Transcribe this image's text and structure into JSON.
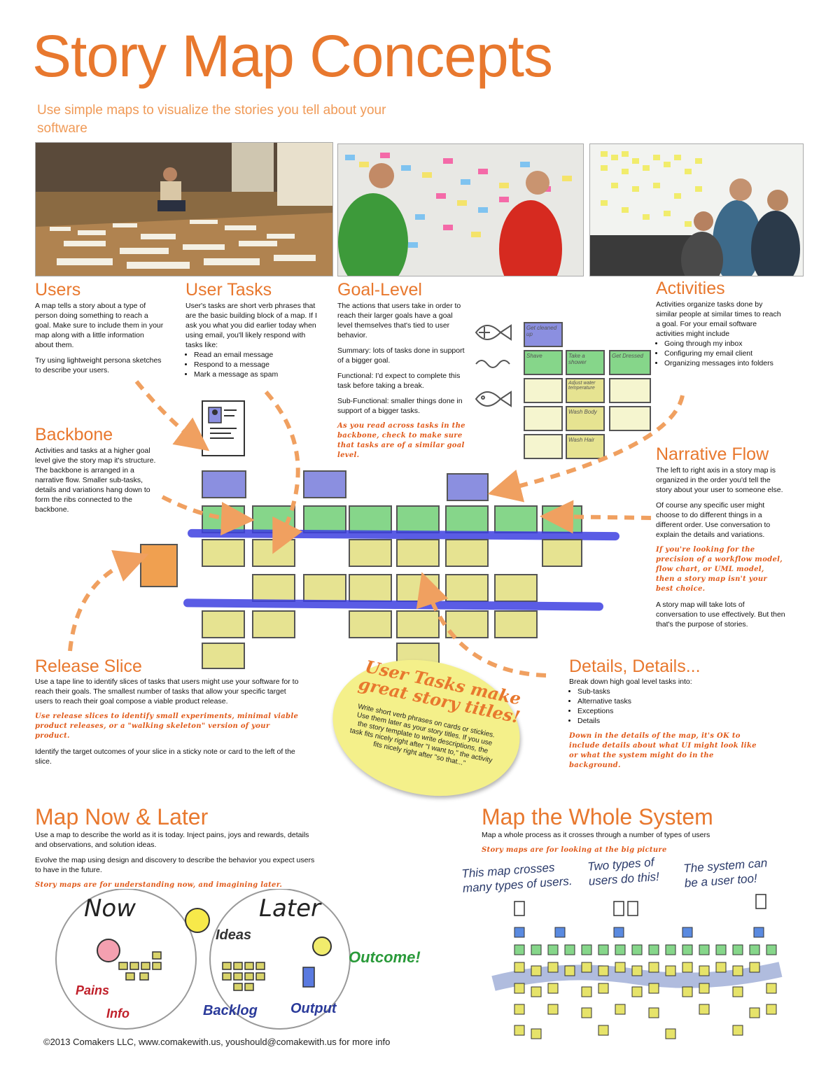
{
  "header": {
    "title": "Story Map Concepts",
    "subtitle": "Use simple maps to visualize the stories you tell about your software"
  },
  "sections": {
    "users": {
      "heading": "Users",
      "p1": "A map tells a story about a type of person doing something to reach a goal.  Make sure to include them in your map along with a little information about them.",
      "p2": "Try using lightweight persona sketches to describe your users."
    },
    "user_tasks": {
      "heading": "User Tasks",
      "p1": "User's tasks are short verb phrases that are the basic building block of a map.  If I ask you what you did earlier today when using email, you'll likely respond with tasks like:",
      "items": [
        "Read an email message",
        "Respond to a message",
        "Mark a message as spam"
      ]
    },
    "goal_level": {
      "heading": "Goal-Level",
      "p1": "The actions that users take in order to reach their larger goals have a goal level themselves that's tied to user behavior.",
      "p2": "Summary: lots of tasks done in support of a bigger goal.",
      "p3": "Functional: I'd expect to complete this task before taking a break.",
      "p4": "Sub-Functional: smaller things done in support of a bigger tasks.",
      "em": "As you read across tasks in the backbone, check to make sure that tasks are of a similar goal level."
    },
    "activities": {
      "heading": "Activities",
      "p1": "Activities organize tasks done by similar people at similar times to reach a goal.  For your email software activities might include",
      "items": [
        "Going through my inbox",
        "Configuring my email client",
        "Organizing messages into folders"
      ]
    },
    "backbone": {
      "heading": "Backbone",
      "p1": "Activities and tasks at a higher goal level give the story map it's structure.  The backbone is arranged in a narrative flow.  Smaller sub-tasks, details and variations hang down to form the ribs connected to the backbone."
    },
    "narrative_flow": {
      "heading": "Narrative Flow",
      "p1": "The left to right axis in a story map is organized in the order you'd tell the story about your user to someone else.",
      "p2": "Of course any specific user might choose to do different things in a different order.  Use conversation to explain the details and variations.",
      "em": "If you're looking for the precision of a workflow model, flow chart, or UML model, then a story map isn't your best choice.",
      "p3": "A story map will take lots of conversation to use effectively.  But then that's the purpose of stories."
    },
    "release_slice": {
      "heading": "Release Slice",
      "p1": "Use a tape line to identify slices of tasks that users might use your software for to reach their goals.  The smallest number of tasks that allow your specific target users to reach their goal compose a viable product release.",
      "em": "Use release slices to identify small experiments, minimal viable product releases, or a \"walking skeleton\" version of your product.",
      "p2": "Identify the target outcomes of your slice in a sticky note or card to the left of the slice."
    },
    "details": {
      "heading": "Details, Details...",
      "p1": "Break down high goal level tasks into:",
      "items": [
        "Sub-tasks",
        "Alternative tasks",
        "Exceptions",
        "Details"
      ],
      "em": "Down in the details of the map, it's OK to include details about what UI might look like or what the system might do in the background."
    },
    "map_now_later": {
      "heading": "Map Now & Later",
      "p1": "Use a map to describe the world as it is today.  Inject pains, joys and rewards, details and observations, and solution ideas.",
      "p2": "Evolve the map using design and discovery to describe the behavior you expect users to have in the future.",
      "em": "Story maps are for understanding now, and imagining later."
    },
    "map_whole_system": {
      "heading": "Map the Whole System",
      "p1": "Map a whole process as it crosses through a number of types of users",
      "em": "Story maps are for looking at the big picture"
    }
  },
  "bubble": {
    "title": "User Tasks make great story titles!",
    "text": "Write short verb phrases on cards or stickies. Use them later as your story titles.  If you use the story template to write descriptions, the task fits nicely right after \"I want to,\" the activity fits nicely right after \"so that...\""
  },
  "sketch_now": {
    "now": "Now",
    "later": "Later",
    "ideas": "Ideas",
    "pains": "Pains",
    "info": "Info",
    "backlog": "Backlog",
    "output": "Output",
    "outcome": "Outcome!"
  },
  "sketch_system": {
    "note1": "This map crosses many types of users.",
    "note2": "Two types of users do this!",
    "note3": "The system can be a user too!"
  },
  "goal_sketch": {
    "card1": "Get cleaned up",
    "card2": "Shave",
    "card3": "Take a shower",
    "card4": "Get Dressed",
    "card5": "Adjust water temperature",
    "card6": "Wash Body",
    "card7": "Wash Hair"
  },
  "footer": "©2013 Comakers LLC, www.comakewith.us, youshould@comakewith.us for more info",
  "colors": {
    "accent": "#e8782e",
    "tape": "#3d3fe0",
    "blue": "#8b8fe0",
    "green": "#86d68a",
    "yellow": "#e6e391"
  }
}
